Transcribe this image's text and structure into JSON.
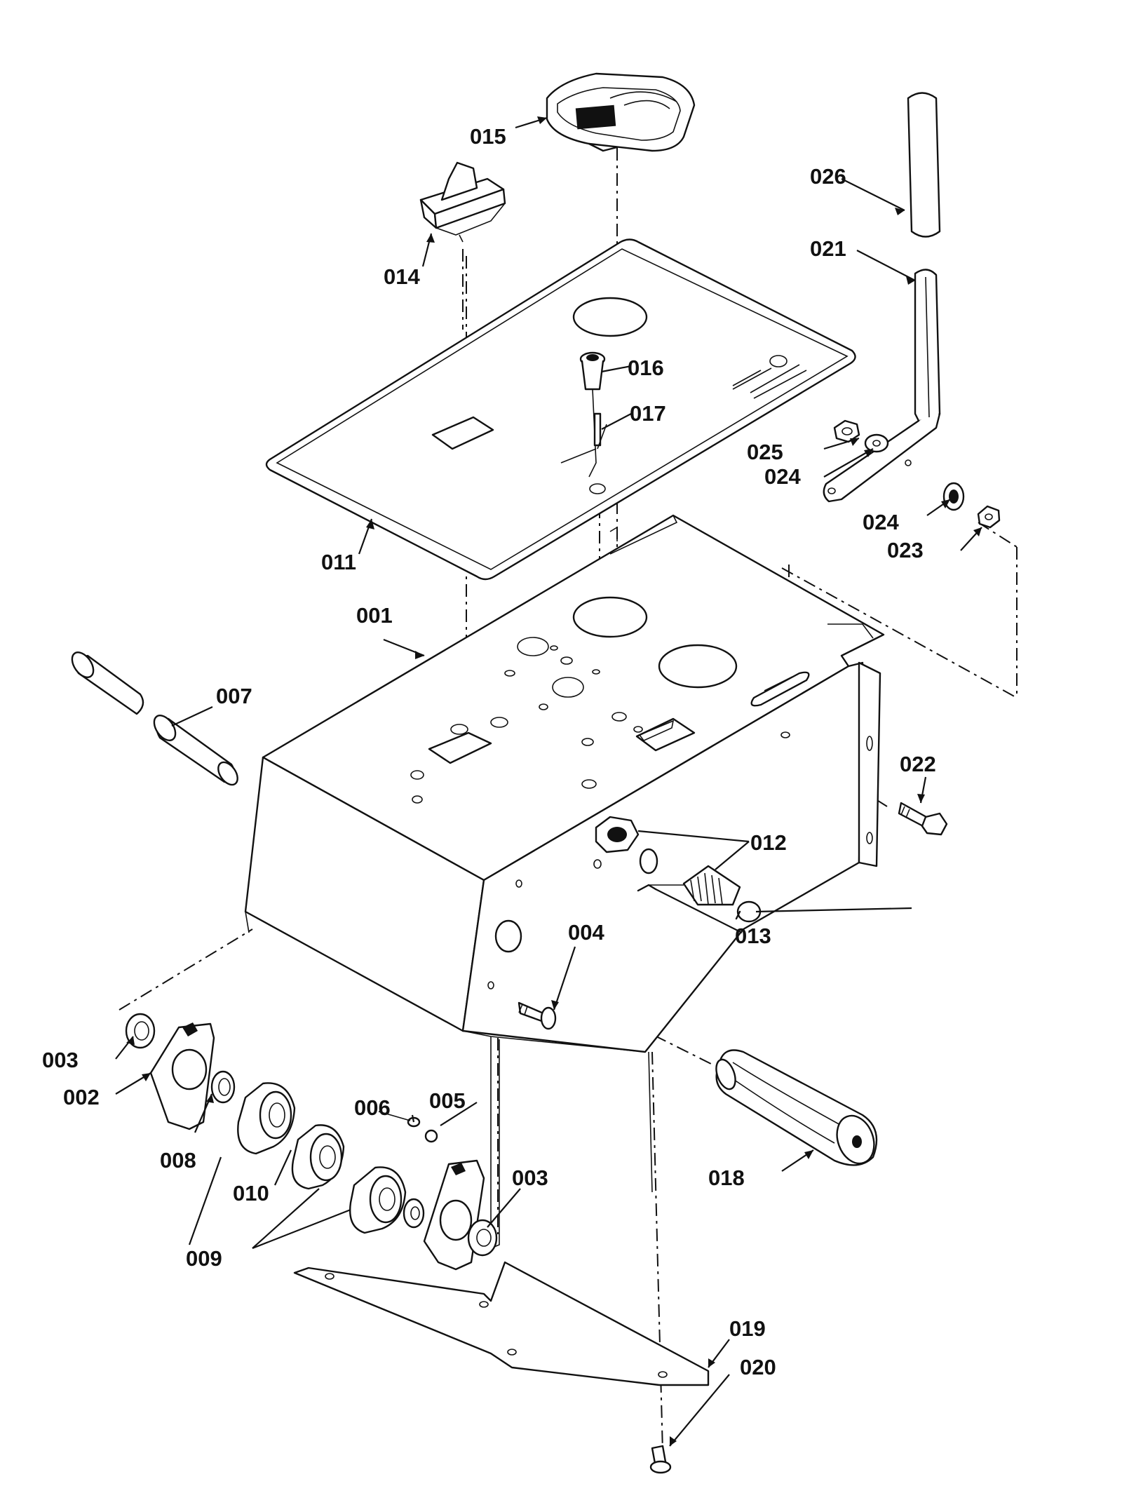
{
  "diagram": {
    "labels": [
      {
        "id": "001",
        "text": "001"
      },
      {
        "id": "002",
        "text": "002"
      },
      {
        "id": "003a",
        "text": "003"
      },
      {
        "id": "003b",
        "text": "003"
      },
      {
        "id": "004",
        "text": "004"
      },
      {
        "id": "005",
        "text": "005"
      },
      {
        "id": "006",
        "text": "006"
      },
      {
        "id": "007",
        "text": "007"
      },
      {
        "id": "008",
        "text": "008"
      },
      {
        "id": "009",
        "text": "009"
      },
      {
        "id": "010",
        "text": "010"
      },
      {
        "id": "011",
        "text": "011"
      },
      {
        "id": "012",
        "text": "012"
      },
      {
        "id": "013",
        "text": "013"
      },
      {
        "id": "014",
        "text": "014"
      },
      {
        "id": "015",
        "text": "015"
      },
      {
        "id": "016",
        "text": "016"
      },
      {
        "id": "017",
        "text": "017"
      },
      {
        "id": "018",
        "text": "018"
      },
      {
        "id": "019",
        "text": "019"
      },
      {
        "id": "020",
        "text": "020"
      },
      {
        "id": "021",
        "text": "021"
      },
      {
        "id": "022",
        "text": "022"
      },
      {
        "id": "023",
        "text": "023"
      },
      {
        "id": "024a",
        "text": "024"
      },
      {
        "id": "024b",
        "text": "024"
      },
      {
        "id": "025",
        "text": "025"
      },
      {
        "id": "026",
        "text": "026"
      }
    ]
  }
}
